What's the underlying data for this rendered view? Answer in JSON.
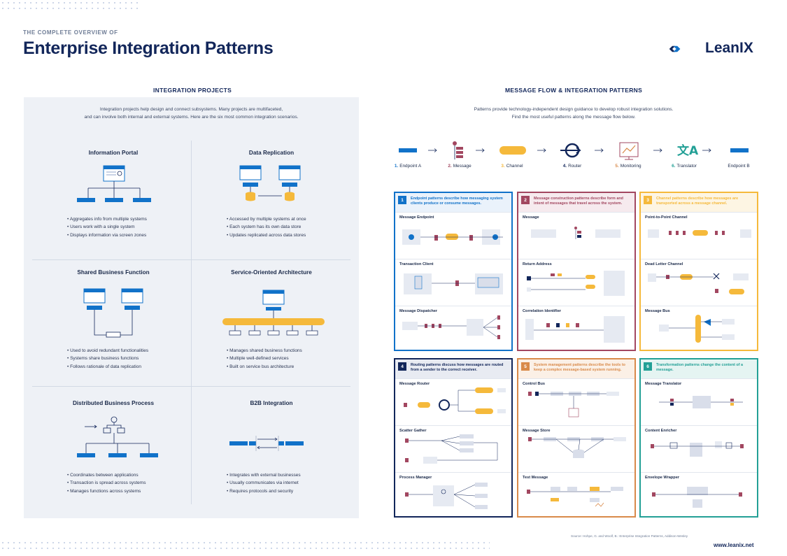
{
  "header": {
    "overline": "THE COMPLETE OVERVIEW OF",
    "title": "Enterprise Integration Patterns",
    "brand": "LeanIX",
    "url": "www.leanix.net",
    "source": "Source: Hohpe, G. and Woolf, B.: Enterprise Integration Patterns, Addison-Wesley"
  },
  "colors": {
    "navy": "#12265a",
    "blue": "#1172c9",
    "yellow": "#f5b93b",
    "maroon": "#a24760",
    "orange": "#d98a4a",
    "teal": "#23a096",
    "gray_block": "#d9deea"
  },
  "integration_projects": {
    "heading": "INTEGRATION PROJECTS",
    "intro_line1": "Integration projects help design and connect subsystems. Many projects are multifaceted,",
    "intro_line2": "and can involve both internal and external systems. Here are the six most common integration scenarios.",
    "scenarios": [
      {
        "title": "Information Portal",
        "bullets": [
          "Aggregates info from multiple systems",
          "Users work with a single system",
          "Displays information via screen zones"
        ]
      },
      {
        "title": "Data Replication",
        "bullets": [
          "Accessed by multiple systems at once",
          "Each system has its own data store",
          "Updates replicated across data stores"
        ]
      },
      {
        "title": "Shared Business Function",
        "bullets": [
          "Used to avoid redundant functionalities",
          "Systems share business functions",
          "Follows rationale of data replication"
        ]
      },
      {
        "title": "Service-Oriented Architecture",
        "bullets": [
          "Manages shared business functions",
          "Multiple well-defined services",
          "Built on service bus architecture"
        ]
      },
      {
        "title": "Distributed Business Process",
        "bullets": [
          "Coordinates between applications",
          "Transaction is spread across systems",
          "Manages functions across systems"
        ]
      },
      {
        "title": "B2B Integration",
        "bullets": [
          "Integrates with external businesses",
          "Usually communicates via internet",
          "Requires protocols and security"
        ]
      }
    ]
  },
  "message_flow": {
    "heading": "MESSAGE FLOW & INTEGRATION PATTERNS",
    "intro_line1": "Patterns provide technology-independent design guidance to develop robust integration solutions.",
    "intro_line2": "Find the most useful patterns along the message flow below.",
    "steps": [
      {
        "num": "1.",
        "label": "Endpoint A",
        "icon": "endpoint-icon"
      },
      {
        "num": "2.",
        "label": "Message",
        "icon": "message-icon"
      },
      {
        "num": "3.",
        "label": "Channel",
        "icon": "channel-icon"
      },
      {
        "num": "4.",
        "label": "Router",
        "icon": "router-icon"
      },
      {
        "num": "5.",
        "label": "Monitoring",
        "icon": "monitoring-icon"
      },
      {
        "num": "6.",
        "label": "Translator",
        "icon": "translator-icon"
      },
      {
        "num": "",
        "label": "Endpoint B",
        "icon": "endpoint-icon"
      }
    ],
    "cards": [
      {
        "num": "1",
        "desc": "Endpoint patterns describe how messaging system clients produce or consume messages.",
        "patterns": [
          "Message Endpoint",
          "Transaction Client",
          "Message Dispatcher"
        ]
      },
      {
        "num": "2",
        "desc": "Message construction patterns describe form and intent of messages that travel across the system.",
        "patterns": [
          "Message",
          "Return Address",
          "Correlation Identifier"
        ]
      },
      {
        "num": "3",
        "desc": "Channel patterns describe how messages are transported across a message channel.",
        "patterns": [
          "Point-to-Point Channel",
          "Dead Letter Channel",
          "Message Bus"
        ]
      },
      {
        "num": "4",
        "desc": "Routing patterns discuss how messages are routed from a sender to the correct receiver.",
        "patterns": [
          "Message Router",
          "Scatter Gather",
          "Process Manager"
        ]
      },
      {
        "num": "5",
        "desc": "System management patterns describe the tools to keep a complex message-based system running.",
        "patterns": [
          "Control Bus",
          "Message Store",
          "Test Message"
        ]
      },
      {
        "num": "6",
        "desc": "Transformation patterns change the content of a message.",
        "patterns": [
          "Message Translator",
          "Content Enricher",
          "Envelope Wrapper"
        ]
      }
    ]
  }
}
